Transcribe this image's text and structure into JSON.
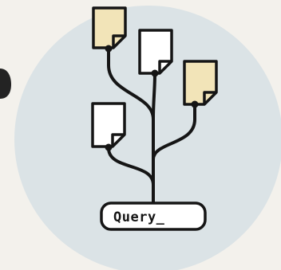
{
  "query_box": {
    "text": "Query_"
  },
  "colors": {
    "background": "#f3f1ec",
    "circle": "#dbe3e6",
    "stroke": "#151515",
    "doc_highlight": "#f2e4b8",
    "doc_plain": "#ffffff",
    "query_fill": "#ffffff"
  },
  "documents": [
    {
      "name": "document-icon-top-left",
      "highlighted": true
    },
    {
      "name": "document-icon-top-center",
      "highlighted": false
    },
    {
      "name": "document-icon-right",
      "highlighted": true
    },
    {
      "name": "document-icon-left",
      "highlighted": false
    }
  ]
}
